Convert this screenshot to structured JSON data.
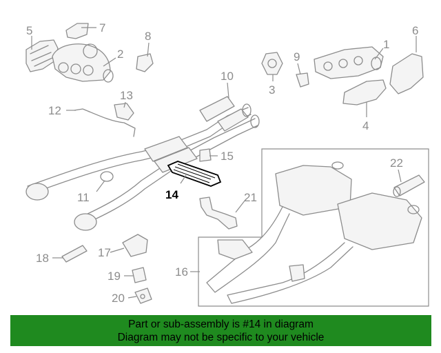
{
  "diagram": {
    "highlighted_part": "14",
    "callouts": [
      "1",
      "2",
      "3",
      "4",
      "5",
      "6",
      "7",
      "8",
      "9",
      "10",
      "11",
      "12",
      "13",
      "14",
      "15",
      "16",
      "17",
      "18",
      "19",
      "20",
      "21",
      "22"
    ]
  },
  "banner": {
    "line1": "Part or sub-assembly is #14 in diagram",
    "line2": "Diagram may not be specific to your vehicle",
    "color": "#1f8a1f"
  }
}
